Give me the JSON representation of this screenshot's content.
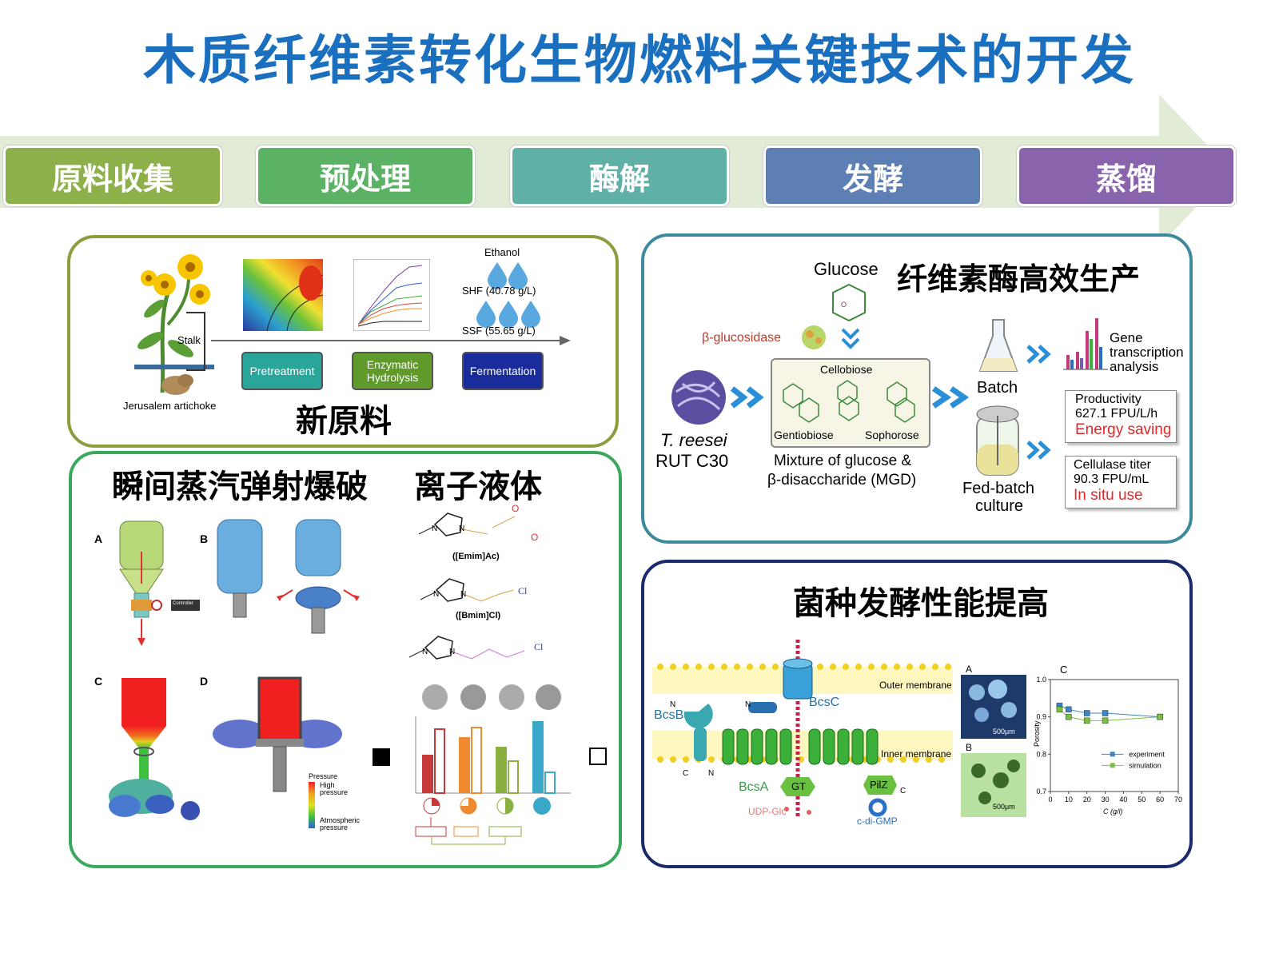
{
  "title": "木质纤维素转化生物燃料关键技术的开发",
  "process": {
    "steps": [
      {
        "label": "原料收集",
        "color": "#8db04a"
      },
      {
        "label": "预处理",
        "color": "#5cb264"
      },
      {
        "label": "酶解",
        "color": "#5fb0a6"
      },
      {
        "label": "发酵",
        "color": "#5e7fb3"
      },
      {
        "label": "蒸馏",
        "color": "#8a63ad"
      }
    ]
  },
  "panel_feedstock": {
    "heading": "新原料",
    "plant_label": "Jerusalem artichoke",
    "stalk_label": "Stalk",
    "ethanol_label": "Ethanol",
    "shf_label": "SHF (40.78 g/L)",
    "ssf_label": "SSF (55.65 g/L)",
    "steps": [
      "Pretreatment",
      "Enzymatic Hydrolysis",
      "Fermentation"
    ]
  },
  "panel_enzyme": {
    "heading": "纤维素酶高效生产",
    "glucose": "Glucose",
    "bglucosidase": "β-glucosidase",
    "cellobiose": "Cellobiose",
    "gentiobiose": "Gentiobiose",
    "sophorose": "Sophorose",
    "mgd_line1": "Mixture of glucose &",
    "mgd_line2": "β-disaccharide (MGD)",
    "organism": "T. reesei",
    "strain": "RUT C30",
    "batch": "Batch",
    "fedbatch_line1": "Fed-batch",
    "fedbatch_line2": "culture",
    "gene_line1": "Gene",
    "gene_line2": "transcription",
    "gene_line3": "analysis",
    "productivity_label": "Productivity",
    "productivity_value": "627.1 FPU/L/h",
    "energy_saving": "Energy saving",
    "titer_label": "Cellulase titer",
    "titer_value": "90.3 FPU/mL",
    "in_situ": "In situ use",
    "colors": {
      "red": "#e0282a",
      "arrow": "#2a8fd6"
    }
  },
  "panel_pretreat": {
    "heading_left": "瞬间蒸汽弹射爆破",
    "heading_right": "离子液体",
    "letters": [
      "A",
      "B",
      "C",
      "D"
    ],
    "controller": "Controller",
    "pressure_title": "Pressure",
    "high_pressure_line1": "High",
    "high_pressure_line2": "pressure",
    "atm_line1": "Atmospheric",
    "atm_line2": "pressure",
    "il1": "([Emim]Ac)",
    "il2": "([Bmim]Cl)",
    "chloride": "Cl"
  },
  "panel_strain": {
    "heading": "菌种发酵性能提高",
    "outer_membrane": "Outer membrane",
    "inner_membrane": "Inner membrane",
    "bcsb": "BcsB",
    "bcsc": "BcsC",
    "bcsa": "BcsA",
    "gt": "GT",
    "pilz": "PilZ",
    "udp": "UDP-Glc",
    "cdigmp": "c-di-GMP",
    "panel_a": "A",
    "panel_b": "B",
    "panel_c": "C",
    "scale": "500μm",
    "N": "N",
    "C_term": "C"
  },
  "chart_data": [
    {
      "type": "scatter",
      "title": "C",
      "xlabel": "C (g/l)",
      "ylabel": "Porosity",
      "xlim": [
        0,
        70
      ],
      "ylim": [
        0.7,
        1.0
      ],
      "xticks": [
        0,
        10,
        20,
        30,
        40,
        50,
        60,
        70
      ],
      "yticks": [
        0.7,
        0.8,
        0.9,
        1.0
      ],
      "series": [
        {
          "name": "experiment",
          "color": "#3d86c6",
          "x": [
            5,
            10,
            20,
            30,
            60
          ],
          "y": [
            0.93,
            0.92,
            0.91,
            0.91,
            0.9
          ]
        },
        {
          "name": "simulation",
          "color": "#7ac142",
          "x": [
            5,
            10,
            20,
            30,
            60
          ],
          "y": [
            0.92,
            0.9,
            0.89,
            0.89,
            0.9
          ]
        }
      ]
    }
  ]
}
